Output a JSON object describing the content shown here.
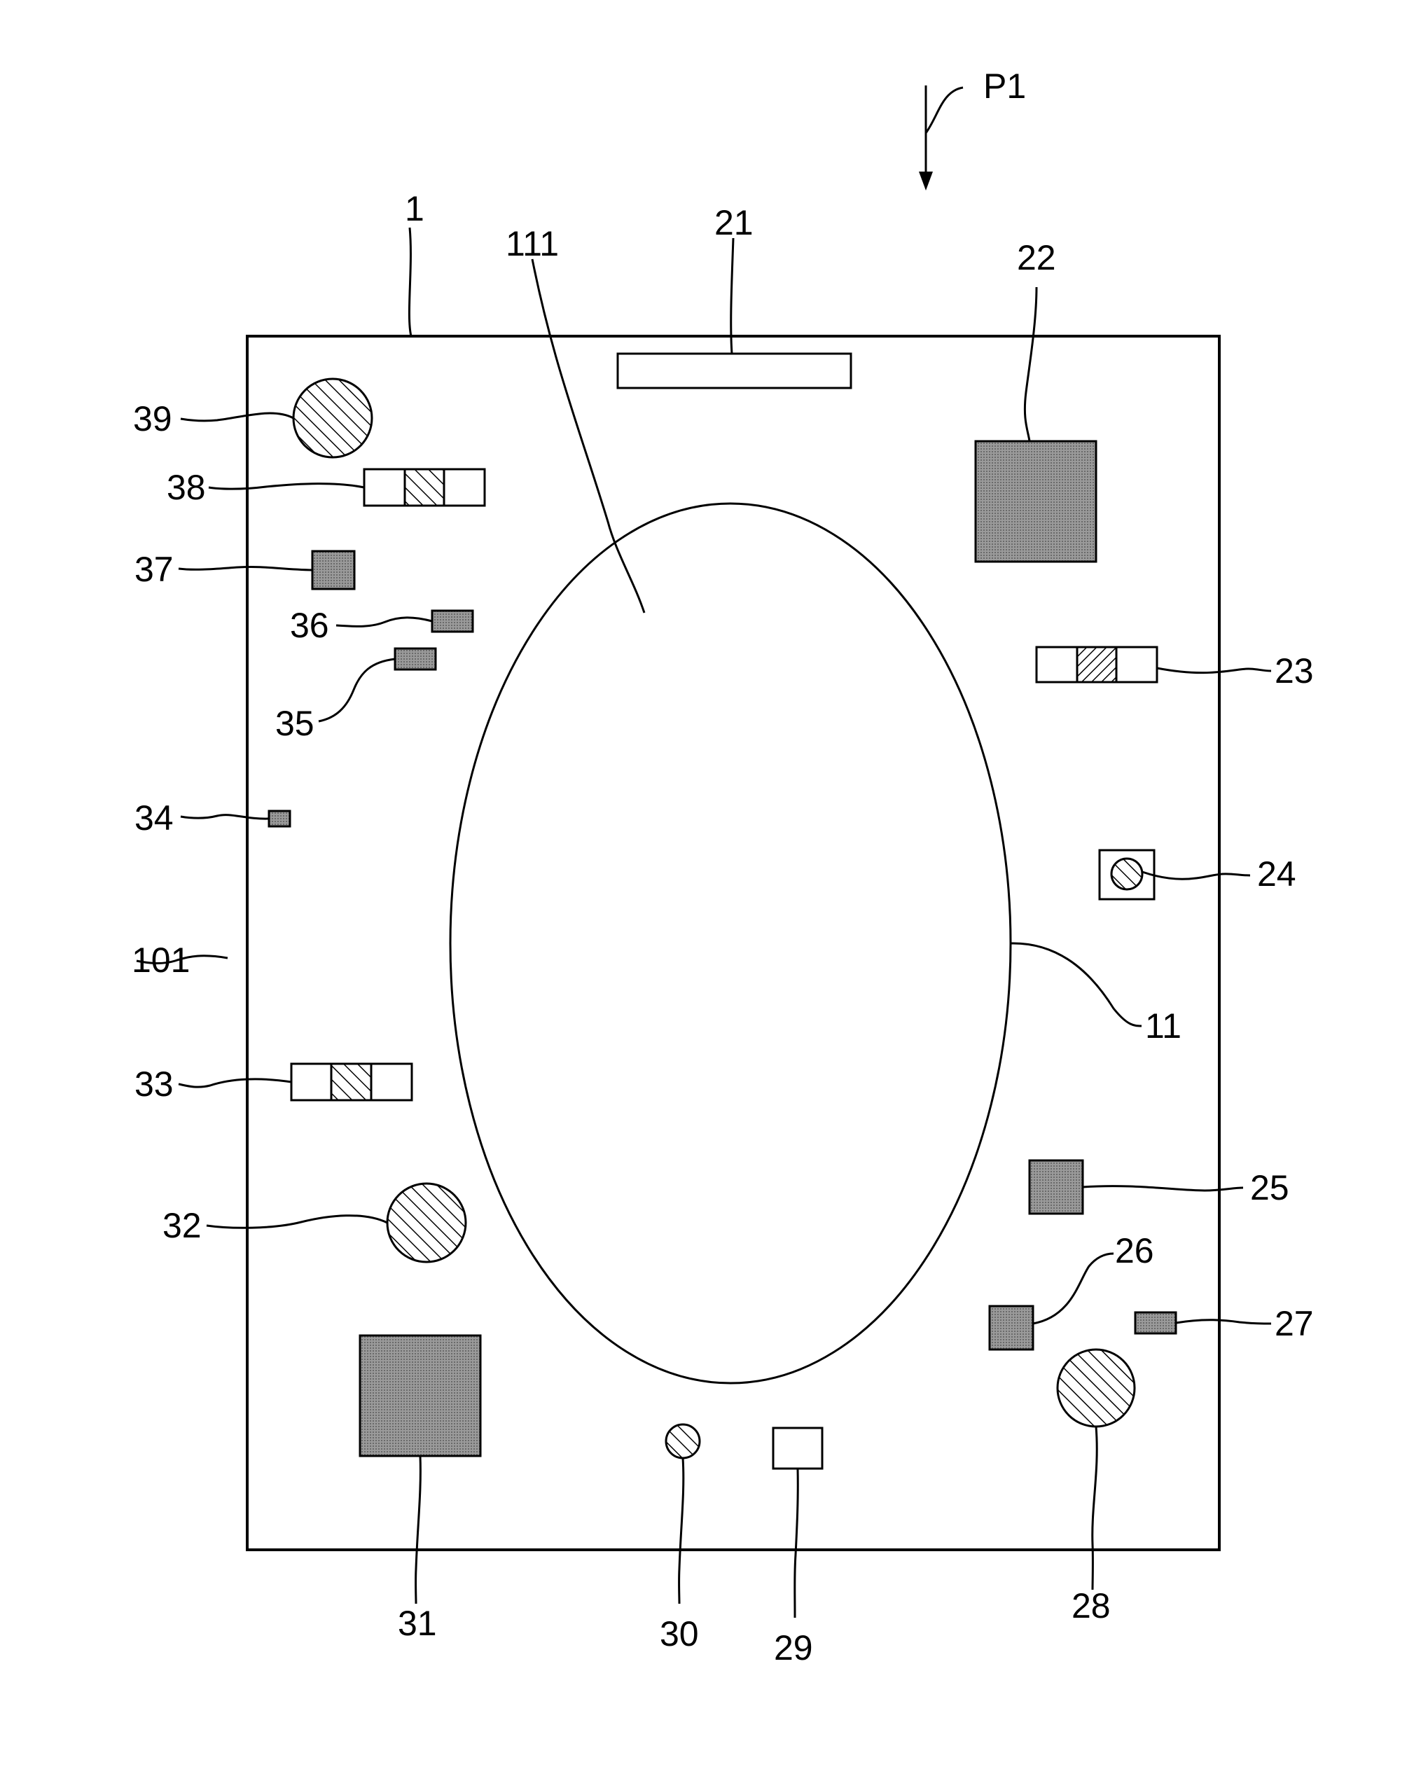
{
  "labels": {
    "p1": "P1",
    "board": "1",
    "opening": "11",
    "board_area": "101",
    "opening_area": "111",
    "c21": "21",
    "c22": "22",
    "c23": "23",
    "c24": "24",
    "c25": "25",
    "c26": "26",
    "c27": "27",
    "c28": "28",
    "c29": "29",
    "c30": "30",
    "c31": "31",
    "c32": "32",
    "c33": "33",
    "c34": "34",
    "c35": "35",
    "c36": "36",
    "c37": "37",
    "c38": "38",
    "c39": "39"
  },
  "colors": {
    "line": "#000000",
    "ic_fill": "#8a8a8a",
    "background": "#ffffff"
  }
}
